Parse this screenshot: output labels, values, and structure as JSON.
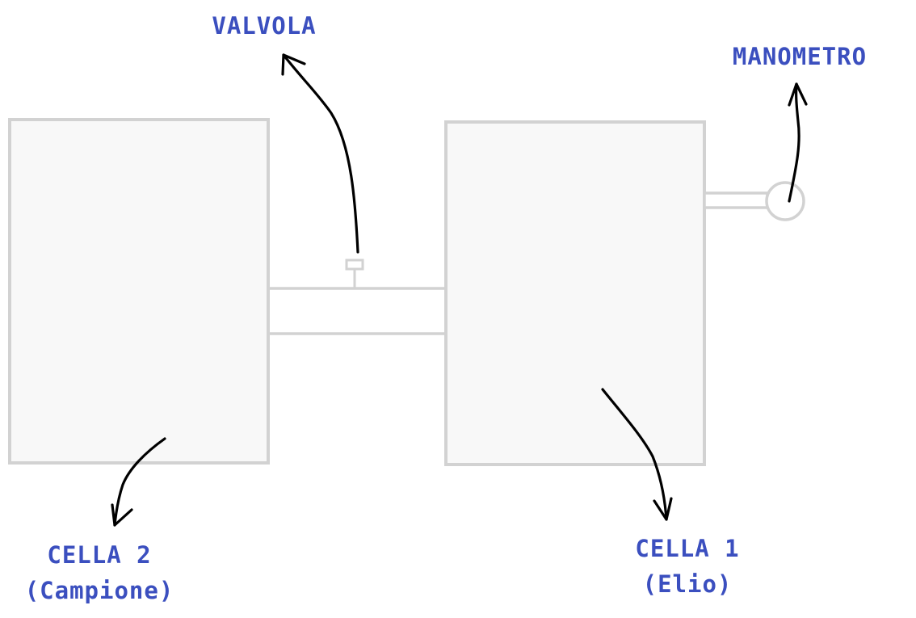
{
  "labels": {
    "valve": "VALVOLA",
    "gauge": "MANOMETRO",
    "cell2_line1": "CELLA 2",
    "cell2_line2": "(Campione)",
    "cell1_line1": "CELLA 1",
    "cell1_line2": "(Elio)"
  },
  "colors": {
    "label": "#3b4fbf",
    "shape_stroke": "#d2d2d2",
    "shape_fill": "#f8f8f8",
    "arrow": "#000000"
  }
}
